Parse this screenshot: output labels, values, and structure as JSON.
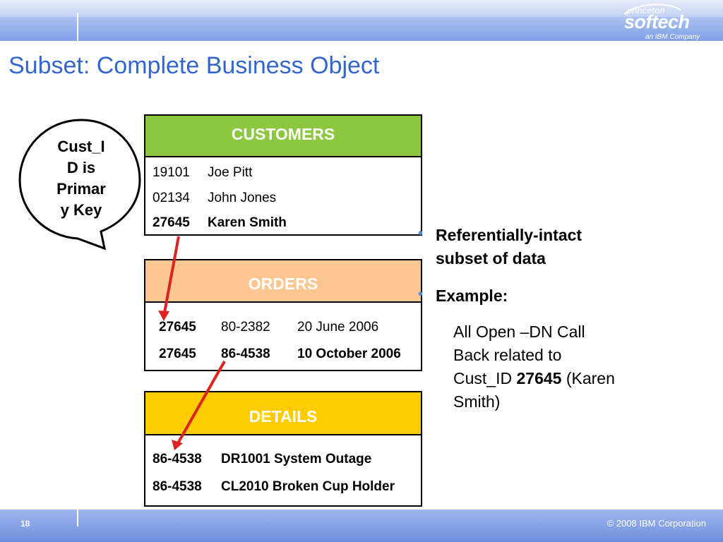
{
  "slide": {
    "title": "Subset: Complete Business Object",
    "page_number": "18",
    "copyright": "© 2008 IBM Corporation"
  },
  "logo": {
    "top": "princeton",
    "main": "softech",
    "sub": "an IBM  Company"
  },
  "callout": {
    "line1": "Cust_I",
    "line2": "D is",
    "line3": "Primar",
    "line4": "y Key"
  },
  "customers": {
    "header": "CUSTOMERS",
    "header_color": "#8dc63f",
    "rows": [
      {
        "id": "19101",
        "name": "Joe Pitt"
      },
      {
        "id": "02134",
        "name": "John Jones"
      },
      {
        "id": "27645",
        "name": "Karen Smith"
      }
    ]
  },
  "orders": {
    "header": "ORDERS",
    "header_color": "#fcc690",
    "rows": [
      {
        "cust_id": "27645",
        "order_no": "80-2382",
        "date": "20 June 2006"
      },
      {
        "cust_id": "27645",
        "order_no": "86-4538",
        "date": "10 October 2006"
      }
    ]
  },
  "details": {
    "header": "DETAILS",
    "header_color": "#ffcc00",
    "rows": [
      {
        "order_no": "86-4538",
        "item": "DR1001 System Outage"
      },
      {
        "order_no": "86-4538",
        "item": "CL2010  Broken Cup Holder"
      }
    ]
  },
  "bullets": [
    {
      "line1": "Referentially-intact",
      "line2": "subset of data"
    },
    {
      "line1": "Example:"
    }
  ],
  "example": {
    "prefix": "All Open ",
    "dash": "–",
    "rest1": "DN Call",
    "line2": "Back related to",
    "line3_prefix": "Cust_ID ",
    "line3_bold": "27645",
    "line3_suffix": " (Karen",
    "line4": "Smith)"
  },
  "colors": {
    "title": "#3366cc",
    "arrow": "#dd2222",
    "bullet_dot": "#5b8de0"
  }
}
